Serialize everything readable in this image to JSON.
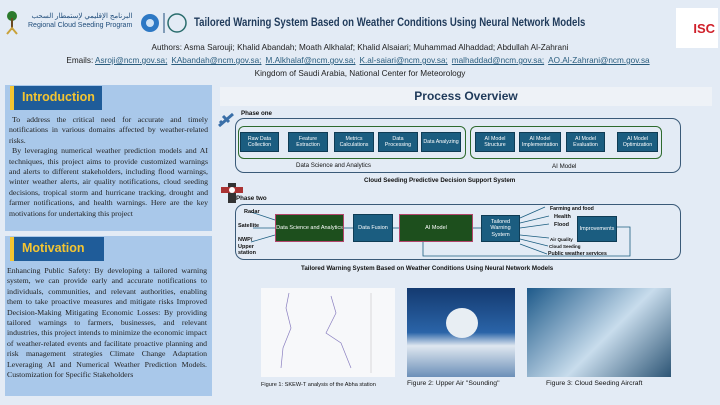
{
  "header": {
    "title": "Tailored Warning System Based on Weather Conditions Using Neural Network Models",
    "program_logo_arabic": "البرنامج الإقليمي لإستمطار السحب",
    "program_logo_english": "Regional Cloud Seeding Program",
    "isc_logo": "ISC",
    "authors": "Authors: Asma Sarouji;  Khalid Abandah; Moath Alkhalaf; Khalid Alsaiari; Muhammad Alhaddad; Abdullah Al-Zahrani",
    "emails_label": "Emails:",
    "emails": [
      "Asroji@ncm.gov.sa;",
      "KAbandah@ncm.gov.sa;",
      "M.Alkhalaf@ncm.gov.sa;",
      "K.al-saiari@ncm.gov.sa;",
      "malhaddad@ncm.gov.sa;",
      "AO.Al-Zahrani@ncm.gov.sa"
    ],
    "affiliation": "Kingdom of Saudi Arabia, National Center for Meteorology"
  },
  "introduction": {
    "heading": "Introduction",
    "p1": "To address the critical need for accurate and timely notifications in various domains affected by weather-related risks.",
    "p2": "By leveraging numerical weather prediction models and AI techniques, this project aims to provide customized warnings and alerts to different stakeholders, including flood warnings, winter weather alerts, air quality notifications, cloud seeding decisions, tropical storm and hurricane tracking, drought and farmer notifications, and health warnings. Here are the key motivations for undertaking this project"
  },
  "motivation": {
    "heading": "Motivation",
    "text": "Enhancing Public Safety: By developing a tailored warning system, we can provide early and accurate notifications to individuals, communities, and relevant authorities, enabling them to take proactive measures and mitigate risks Improved Decision-Making Mitigating Economic Losses: By providing tailored warnings to farmers, businesses, and relevant industries, this project intends to minimize the economic impact of weather-related events and facilitate proactive planning and risk management strategies Climate Change Adaptation Leveraging AI and Numerical Weather Prediction Models. Customization for Specific Stakeholders"
  },
  "process": {
    "heading": "Process Overview",
    "phase1": {
      "label": "Phase one",
      "steps_ds": [
        "Raw Data Collection",
        "Feature Extraction",
        "Metrics Calculations",
        "Data Processing",
        "Data Analyzing"
      ],
      "steps_ai": [
        "AI Model Structure",
        "AI Model Implementation",
        "AI Model Evaluation",
        "AI Model Optimization"
      ],
      "group_ds": "Data Science and Analytics",
      "group_ai": "AI Model",
      "caption": "Cloud Seeding Predictive Decision Support System"
    },
    "phase2": {
      "label": "Phase two",
      "inputs": [
        "Radar",
        "Satellite",
        "NWP/ Upper station"
      ],
      "blocks": [
        "Data Science and Analytics",
        "Data Fusion",
        "AI Model",
        "Tailored Warning System",
        "Improvements"
      ],
      "outputs": [
        "Farming and food",
        "Health",
        "Flood",
        "Air Quality",
        "Cloud Seeding",
        "Public weather services"
      ],
      "caption": "Tailored Warning System Based on Weather Conditions Using Neural Network Models"
    }
  },
  "figures": [
    {
      "caption": "Figure 1:  SKEW-T analysis of the Abha station"
    },
    {
      "caption": "Figure 2:  Upper Air \"Sounding\""
    },
    {
      "caption": "Figure 3: Cloud Seeding Aircraft"
    }
  ]
}
